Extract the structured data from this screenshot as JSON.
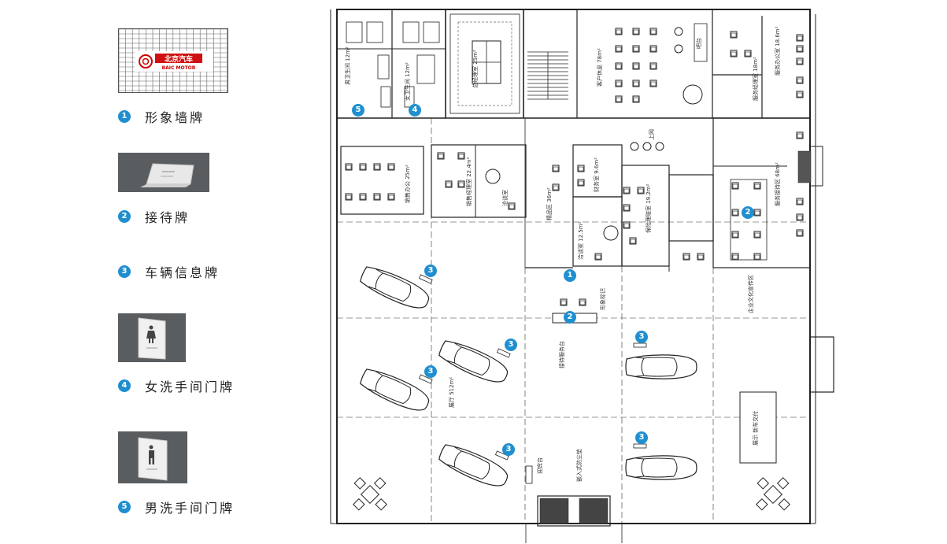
{
  "legend": {
    "items": [
      {
        "num": "1",
        "label": "形象墙牌"
      },
      {
        "num": "2",
        "label": "接待牌"
      },
      {
        "num": "3",
        "label": "车辆信息牌"
      },
      {
        "num": "4",
        "label": "女洗手间门牌"
      },
      {
        "num": "5",
        "label": "男洗手间门牌"
      }
    ],
    "logo_text_cn": "北京汽车",
    "logo_text_en": "BAIC MOTOR"
  },
  "rooms": {
    "male_wc": "男卫生间 12m²",
    "female_wc": "女卫生间 12m²",
    "vip_room": "总经理室 25m²",
    "customer_lounge": "客户休息 78m²",
    "service_office": "服务办公室 18.6m²",
    "service_manager": "服务经理室 18m²",
    "sales_office": "销售办公 25m²",
    "sales_manager": "销售经理室 22.4m²",
    "negotiation": "洽谈室",
    "accessories": "精品区 36m²",
    "finance": "财务室 9.6m²",
    "insurance": "保险理赔室 19.2m²",
    "vip_negotiation": "洽谈室 12.5m²",
    "service_reception": "服务接待区 68m²",
    "internet": "上网",
    "brand_wall": "形象标识",
    "reception_desk": "接待服务台",
    "showroom": "展厅 512m²",
    "corporate_culture": "企业文化宣传区",
    "display": "展示 新车交付",
    "welcome": "迎宾台",
    "entrance": "嵌入式防尘垫",
    "bar": "吧台"
  }
}
